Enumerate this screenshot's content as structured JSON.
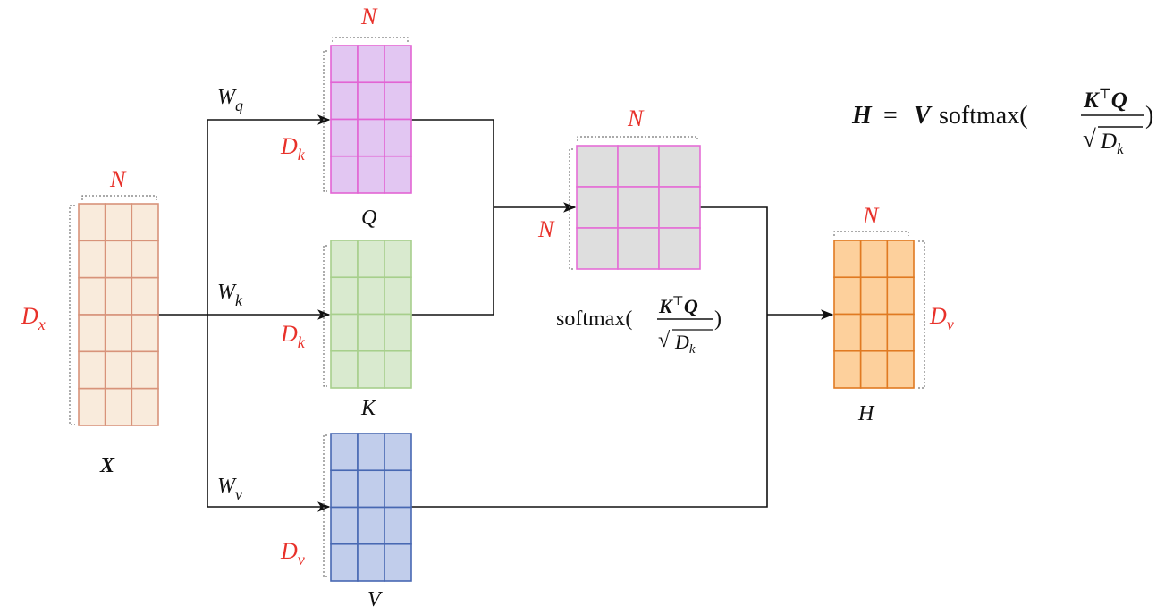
{
  "title": "Self-attention computation diagram",
  "matrices": [
    {
      "id": "X",
      "label": "X",
      "label_bold": true,
      "rows": 6,
      "cols": 3,
      "fill": "#f9ebdc",
      "stroke": "#d8937a",
      "col_dim": "N",
      "row_dim": {
        "base": "D",
        "sub": "x"
      }
    },
    {
      "id": "Q",
      "label": "Q",
      "label_bold": false,
      "rows": 4,
      "cols": 3,
      "fill": "#e2c6f2",
      "stroke": "#e264d4",
      "col_dim": "N",
      "row_dim": {
        "base": "D",
        "sub": "k"
      }
    },
    {
      "id": "K",
      "label": "K",
      "label_bold": false,
      "rows": 4,
      "cols": 3,
      "fill": "#d9eacf",
      "stroke": "#a7cf8c",
      "col_dim": "",
      "row_dim": {
        "base": "D",
        "sub": "k"
      }
    },
    {
      "id": "V",
      "label": "V",
      "label_bold": false,
      "rows": 4,
      "cols": 3,
      "fill": "#c1cdeb",
      "stroke": "#4868b2",
      "col_dim": "",
      "row_dim": {
        "base": "D",
        "sub": "v"
      }
    },
    {
      "id": "A",
      "label": "",
      "label_bold": false,
      "rows": 3,
      "cols": 3,
      "fill": "#dedede",
      "stroke": "#e46ed6",
      "col_dim": "N",
      "row_dim": {
        "base": "N",
        "sub": ""
      }
    },
    {
      "id": "H",
      "label": "H",
      "label_bold": false,
      "rows": 4,
      "cols": 3,
      "fill": "#fdd09c",
      "stroke": "#e07a22",
      "col_dim": "N",
      "row_dim": {
        "base": "D",
        "sub": "v"
      }
    }
  ],
  "weights": [
    {
      "base": "W",
      "sub": "q"
    },
    {
      "base": "W",
      "sub": "k"
    },
    {
      "base": "W",
      "sub": "v"
    }
  ],
  "attention_caption": {
    "func": "softmax(",
    "num_k": "K",
    "transpose": "⊤",
    "num_q": "Q",
    "sqrt": "√",
    "den": "D",
    "den_sub": "k",
    "close": ")"
  },
  "equation": {
    "lhs": "H",
    "equals": "=",
    "v": "V",
    "func": "softmax(",
    "num_k": "K",
    "transpose": "⊤",
    "num_q": "Q",
    "sqrt": "√",
    "den": "D",
    "den_sub": "k",
    "close": ")"
  }
}
